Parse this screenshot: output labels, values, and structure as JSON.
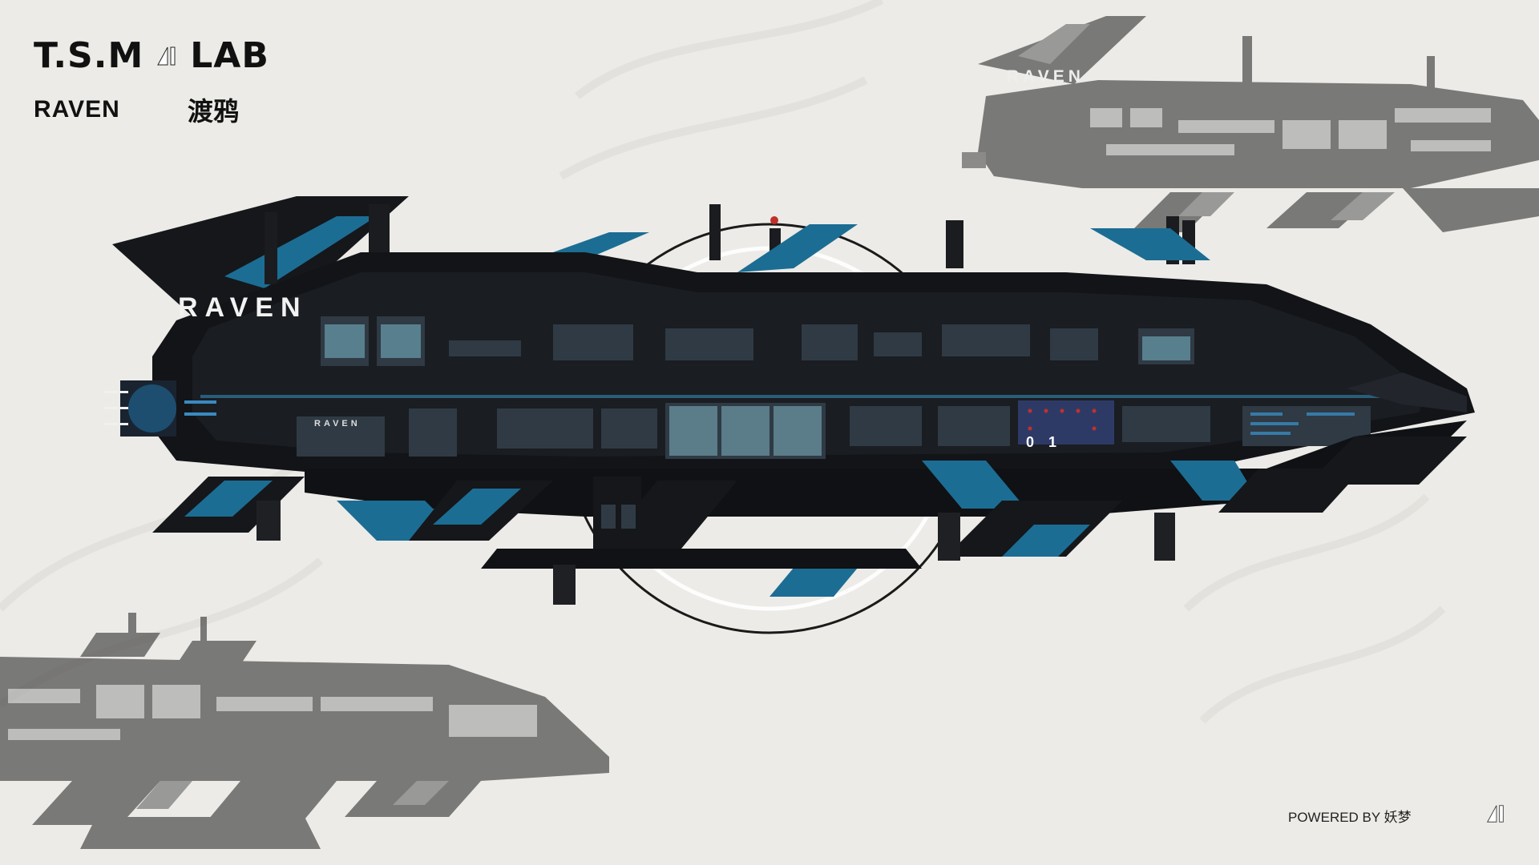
{
  "header": {
    "brand_left": "T.S.M",
    "brand_right": "LAB",
    "subtitle_en": "RAVEN",
    "subtitle_cn": "渡鸦"
  },
  "ships": {
    "main_label": "RAVEN",
    "top_ghost_label": "RAVEN",
    "inner_plate_label": "RAVEN",
    "deck_numbers": "01"
  },
  "footer": {
    "credit": "POWERED BY 妖梦"
  },
  "icons": {
    "brand_logo": "studio-logo-icon",
    "footer_logo": "studio-logo-icon"
  },
  "colors": {
    "background": "#ecebe7",
    "hull": "#14161a",
    "accent_blue": "#1b6f95",
    "ghost": "#5a5a5a"
  }
}
